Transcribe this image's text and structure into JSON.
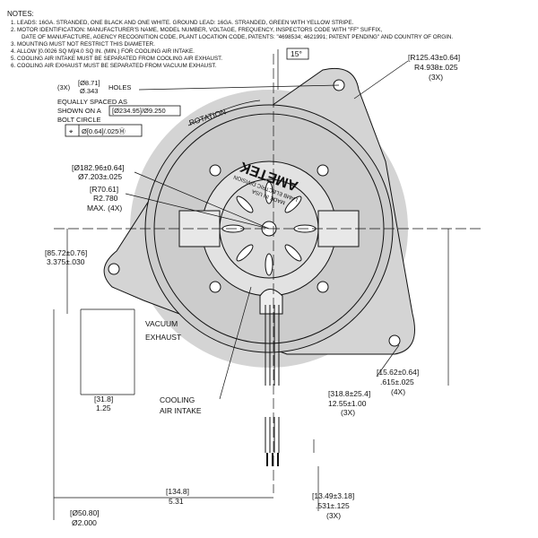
{
  "notes": {
    "title": "NOTES:",
    "items": [
      "1. LEADS: 16GA. STRANDED, ONE BLACK AND ONE WHITE. GROUND LEAD: 16GA. STRANDED, GREEN WITH YELLOW STRIPE.",
      "2. MOTOR IDENTIFICATION: MANUFACTURER'S NAME, MODEL NUMBER, VOLTAGE, FREQUENCY, INSPECTORS CODE WITH \"FF\" SUFFIX,",
      "DATE OF MANUFACTURE, AGENCY RECOGNITION CODE, PLANT LOCATION CODE, PATENTS: \"4698534; 4621991; PATENT PENDING\" AND COUNTRY OF ORGIN.",
      "3. MOUNTING MUST NOT RESTRICT THIS DIAMETER.",
      "4. ALLOW [0.0026 SQ M]/4.0 SQ IN. (MIN.) FOR COOLING AIR INTAKE.",
      "5. COOLING AIR INTAKE MUST BE SEPARATED FROM COOLING AIR EXHAUST.",
      "6. COOLING AIR EXHAUST MUST BE SEPARATED FROM VACUUM EXHAUST."
    ]
  },
  "dims": {
    "angle": "15°",
    "radius_metric": "[R125.43±0.64]",
    "radius_in": "R4.938±.025",
    "radius_qty": "(3X)",
    "holes_qty": "(3X)",
    "holes_metric": "[Ø8.71]",
    "holes_in": "Ø.343",
    "holes_label": "HOLES",
    "equally": "EQUALLY SPACED AS",
    "shown_on": "SHOWN ON A",
    "bolt_circle_box": "[Ø234.95]/Ø9.250",
    "bolt_circle": "BOLT CIRCLE",
    "position_tol": "Ø[0.64]/.025Ⓜ",
    "rotation": "ROTATION",
    "dia_metric": "[Ø182.96±0.64]",
    "dia_in": "Ø7.203±.025",
    "r_metric": "[R70.61]",
    "r_in": "R2.780",
    "r_max": "MAX. (4X)",
    "h_metric": "[85.72±0.76]",
    "h_in": "3.375±.030",
    "vacuum": "VACUUM",
    "exhaust": "EXHAUST",
    "w_metric": "[31.8]",
    "w_in": "1.25",
    "cooling": "COOLING",
    "air_intake": "AIR INTAKE",
    "lead_metric": "[318.8±25.4]",
    "lead_in": "12.55±1.00",
    "lead_qty": "(3X)",
    "hole2_metric": "[15.62±0.64]",
    "hole2_in": ".615±.025",
    "hole2_qty": "(4X)",
    "len_metric": "[134.8]",
    "len_in": "5.31",
    "strip_metric": "[13.49±3.18]",
    "strip_in": ".531±.125",
    "strip_qty": "(3X)",
    "out_metric": "[Ø50.80]",
    "out_in": "Ø2.000"
  },
  "label": {
    "brand": "AMETEK",
    "division": "LAMB ELECTRIC DIVISION",
    "made_in": "MADE IN USA"
  }
}
